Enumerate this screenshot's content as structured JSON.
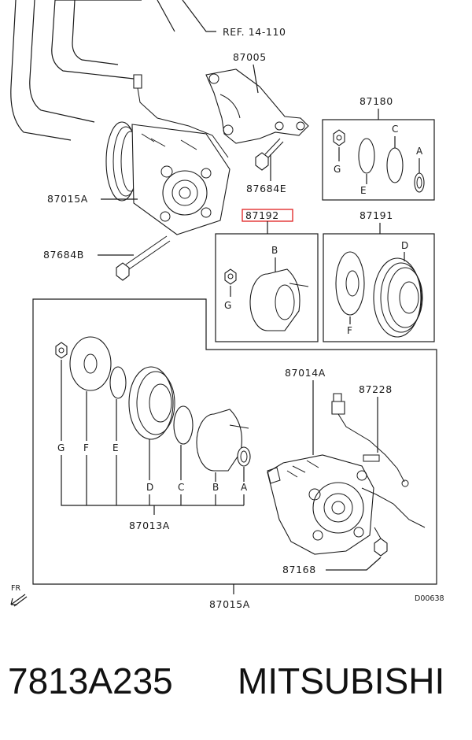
{
  "callouts": {
    "ref": "REF. 14-110",
    "bracket": "87005",
    "clutch_kit": "87180",
    "bolt_e": "87684E",
    "compressor_top": "87015A",
    "highlighted": "87192",
    "pulley_assy": "87191",
    "bolt_b": "87684B",
    "compressor_body": "87014A",
    "harness": "87228",
    "clutch_assy": "87013A",
    "bolt_mount": "87168",
    "compressor_bottom": "87015A",
    "diagram_id": "D00638",
    "front": "FR"
  },
  "letters": {
    "a": "A",
    "b": "B",
    "c": "C",
    "d": "D",
    "e": "E",
    "f": "F",
    "g": "G"
  },
  "footer": {
    "part_number": "7813A235",
    "brand": "MITSUBISHI"
  },
  "colors": {
    "line": "#1a1a1a",
    "highlight_box": "#e02020",
    "background": "#ffffff"
  }
}
